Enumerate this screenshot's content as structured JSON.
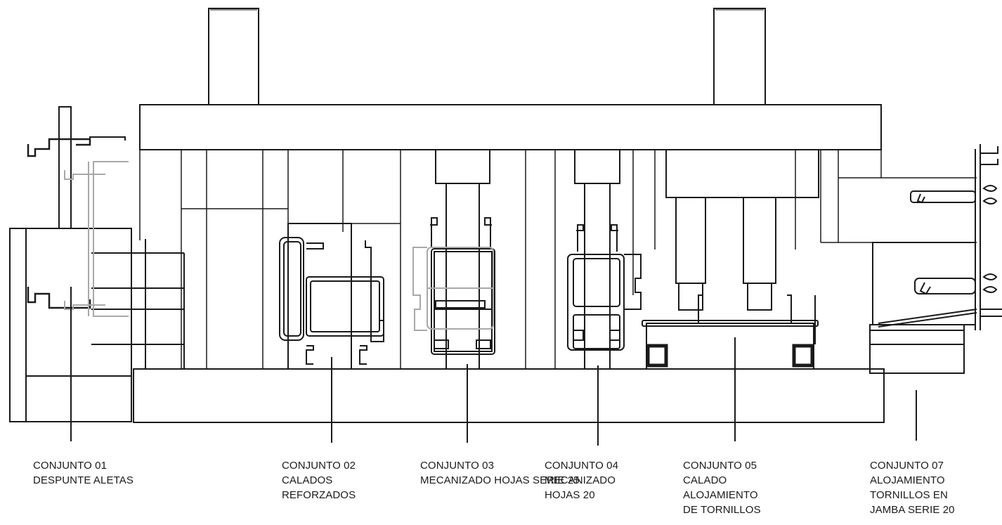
{
  "labels": [
    {
      "lines": [
        "CONJUNTO 01",
        "DESPUNTE ALETAS"
      ]
    },
    {
      "lines": [
        "CONJUNTO 02",
        "CALADOS",
        "REFORZADOS"
      ]
    },
    {
      "lines": [
        "CONJUNTO 03",
        "MECANIZADO HOJAS SERIE 25"
      ]
    },
    {
      "lines": [
        "CONJUNTO 04",
        "MECANIZADO",
        "HOJAS 20"
      ]
    },
    {
      "lines": [
        "CONJUNTO 05",
        "CALADO",
        "ALOJAMIENTO",
        "DE TORNILLOS"
      ]
    },
    {
      "lines": [
        "CONJUNTO 07",
        "ALOJAMIENTO",
        "TORNILLOS EN",
        "JAMBA SERIE 20"
      ]
    }
  ],
  "colors": {
    "line": "#1a1a1a",
    "grey_profile": "#a8a8a8"
  }
}
